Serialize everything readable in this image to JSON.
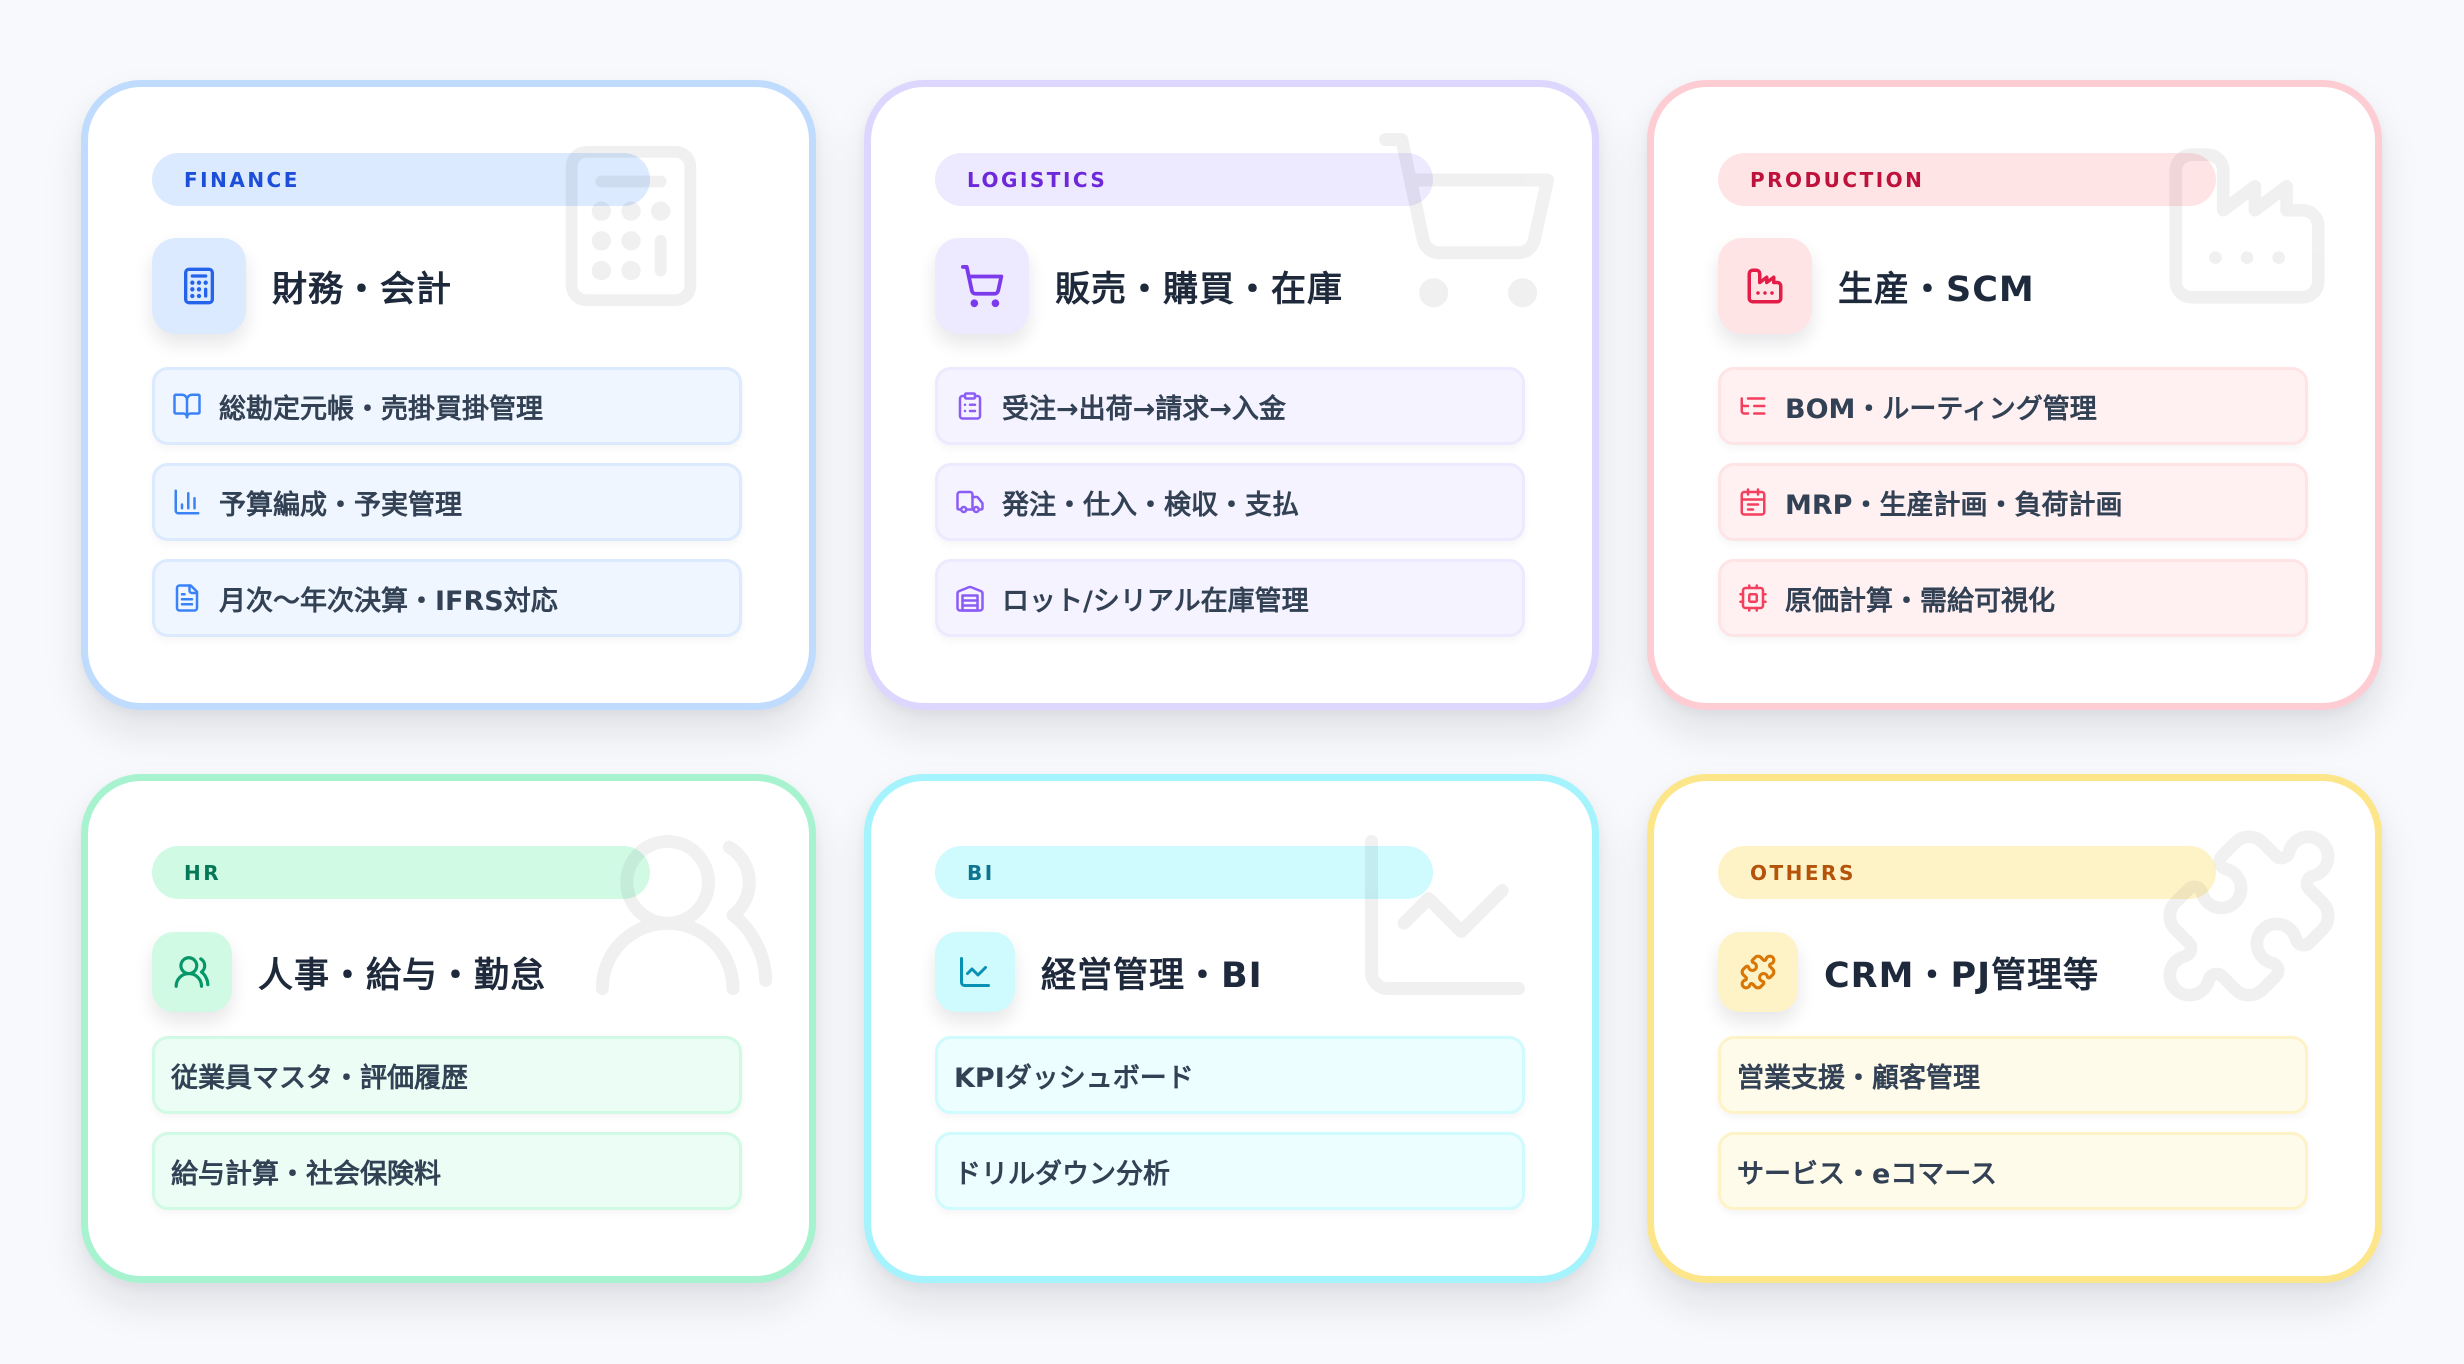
{
  "cards": [
    {
      "id": "finance",
      "badge": "FINANCE",
      "title": "財務・会計",
      "header_icon": "calculator-icon",
      "watermark_icon": "calculator-icon",
      "colors": {
        "border": "#bfdbfe",
        "badge_bg": "#dbeafe",
        "badge_text": "#1d4ed8",
        "icon_bg": "#dbeafe",
        "icon": "#2563eb",
        "item_bg": "#eff6ff",
        "item_border": "#dbeafe",
        "item_icon": "#3b82f6"
      },
      "items": [
        {
          "icon": "book-open-icon",
          "label": "総勘定元帳・売掛買掛管理"
        },
        {
          "icon": "bar-chart-icon",
          "label": "予算編成・予実管理"
        },
        {
          "icon": "file-text-icon",
          "label": "月次〜年次決算・IFRS対応"
        }
      ]
    },
    {
      "id": "logistics",
      "badge": "LOGISTICS",
      "title": "販売・購買・在庫",
      "header_icon": "shopping-cart-icon",
      "watermark_icon": "shopping-cart-icon",
      "colors": {
        "border": "#ddd6fe",
        "badge_bg": "#ede9fe",
        "badge_text": "#6d28d9",
        "icon_bg": "#ede9fe",
        "icon": "#7c3aed",
        "item_bg": "#f5f3ff",
        "item_border": "#ede9fe",
        "item_icon": "#8b5cf6"
      },
      "items": [
        {
          "icon": "clipboard-list-icon",
          "label": "受注→出荷→請求→入金"
        },
        {
          "icon": "truck-icon",
          "label": "発注・仕入・検収・支払"
        },
        {
          "icon": "warehouse-icon",
          "label": "ロット/シリアル在庫管理"
        }
      ]
    },
    {
      "id": "production",
      "badge": "PRODUCTION",
      "title": "生産・SCM",
      "header_icon": "factory-icon",
      "watermark_icon": "factory-icon",
      "colors": {
        "border": "#fecdd3",
        "badge_bg": "#ffe4e6",
        "badge_text": "#be123c",
        "icon_bg": "#ffe4e6",
        "icon": "#e11d48",
        "item_bg": "#fff1f2",
        "item_border": "#ffe4e6",
        "item_icon": "#f43f5e"
      },
      "items": [
        {
          "icon": "list-tree-icon",
          "label": "BOM・ルーティング管理"
        },
        {
          "icon": "calendar-icon",
          "label": "MRP・生産計画・負荷計画"
        },
        {
          "icon": "cpu-chip-icon",
          "label": "原価計算・需給可視化"
        }
      ]
    },
    {
      "id": "hr",
      "badge": "HR",
      "title": "人事・給与・勤怠",
      "header_icon": "users-icon",
      "watermark_icon": "users-icon",
      "colors": {
        "border": "#a7f3d0",
        "badge_bg": "#d1fae5",
        "badge_text": "#047857",
        "icon_bg": "#d1fae5",
        "icon": "#059669",
        "item_bg": "#ecfdf5",
        "item_border": "#d1fae5",
        "item_icon": "#10b981"
      },
      "items": [
        {
          "label": "従業員マスタ・評価履歴"
        },
        {
          "label": "給与計算・社会保険料"
        }
      ]
    },
    {
      "id": "bi",
      "badge": "BI",
      "title": "経営管理・BI",
      "header_icon": "line-chart-icon",
      "watermark_icon": "line-chart-icon",
      "colors": {
        "border": "#a5f3fc",
        "badge_bg": "#cffafe",
        "badge_text": "#0e7490",
        "icon_bg": "#cffafe",
        "icon": "#0891b2",
        "item_bg": "#ecfeff",
        "item_border": "#cffafe",
        "item_icon": "#06b6d4"
      },
      "items": [
        {
          "label": "KPIダッシュボード"
        },
        {
          "label": "ドリルダウン分析"
        }
      ]
    },
    {
      "id": "others",
      "badge": "OTHERS",
      "title": "CRM・PJ管理等",
      "header_icon": "puzzle-icon",
      "watermark_icon": "puzzle-icon",
      "colors": {
        "border": "#fde68a",
        "badge_bg": "#fef3c7",
        "badge_text": "#b45309",
        "icon_bg": "#fef3c7",
        "icon": "#d97706",
        "item_bg": "#fffbeb",
        "item_border": "#fef3c7",
        "item_icon": "#f59e0b"
      },
      "items": [
        {
          "label": "営業支援・顧客管理"
        },
        {
          "label": "サービス・eコマース"
        }
      ]
    }
  ]
}
